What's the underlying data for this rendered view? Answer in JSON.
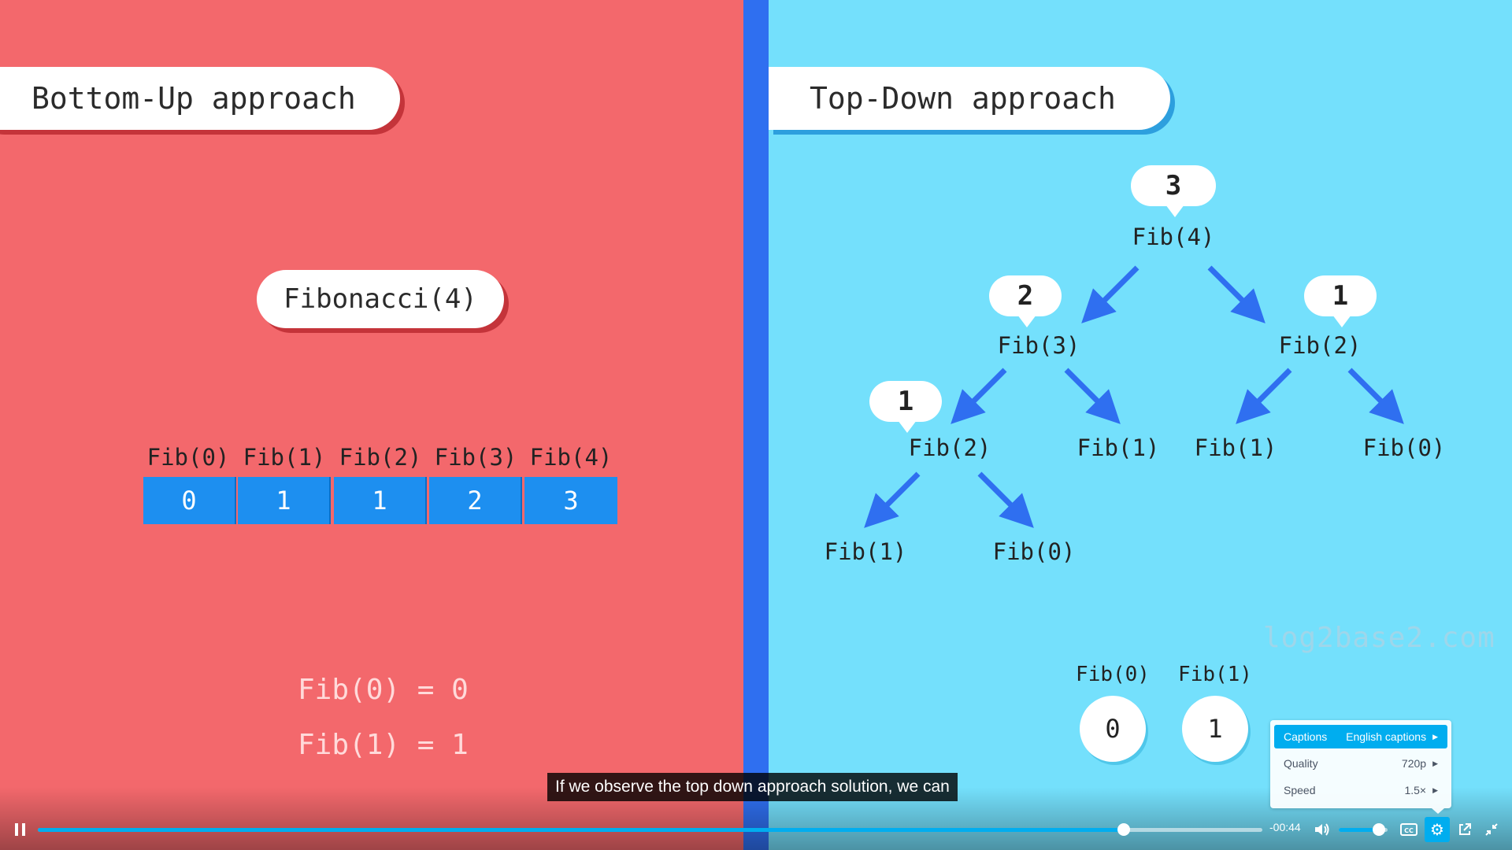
{
  "slide": {
    "left_title": "Bottom-Up approach",
    "right_title": "Top-Down approach",
    "fib_call": "Fibonacci(4)",
    "array_headers": [
      "Fib(0)",
      "Fib(1)",
      "Fib(2)",
      "Fib(3)",
      "Fib(4)"
    ],
    "array_values": [
      "0",
      "1",
      "1",
      "2",
      "3"
    ],
    "base_case_0": "Fib(0) = 0",
    "base_case_1": "Fib(1) = 1",
    "tree": {
      "root": "Fib(4)",
      "root_bubble": "3",
      "l1_left": "Fib(3)",
      "l1_left_bubble": "2",
      "l1_right": "Fib(2)",
      "l1_right_bubble": "1",
      "l2_a": "Fib(2)",
      "l2_a_bubble": "1",
      "l2_b": "Fib(1)",
      "l2_c": "Fib(1)",
      "l2_d": "Fib(0)",
      "l3_a": "Fib(1)",
      "l3_b": "Fib(0)"
    },
    "memo_labels": [
      "Fib(0)",
      "Fib(1)"
    ],
    "memo_values": [
      "0",
      "1"
    ],
    "watermark": "log2base2.com"
  },
  "player": {
    "caption_text": "If we observe the top down approach solution, we can",
    "time_remaining": "-00:44",
    "progress_fraction": 0.887,
    "volume_fraction": 0.82,
    "accent_color": "#00adef",
    "icons": {
      "play_pause": "pause-icon",
      "volume": "volume-icon",
      "captions": "captions-icon",
      "settings": "gear-icon",
      "popout": "external-link-icon",
      "fullscreen": "exit-fullscreen-icon"
    },
    "settings_menu": {
      "captions_label": "Captions",
      "captions_value": "English captions",
      "quality_label": "Quality",
      "quality_value": "720p",
      "speed_label": "Speed",
      "speed_value": "1.5×"
    }
  }
}
